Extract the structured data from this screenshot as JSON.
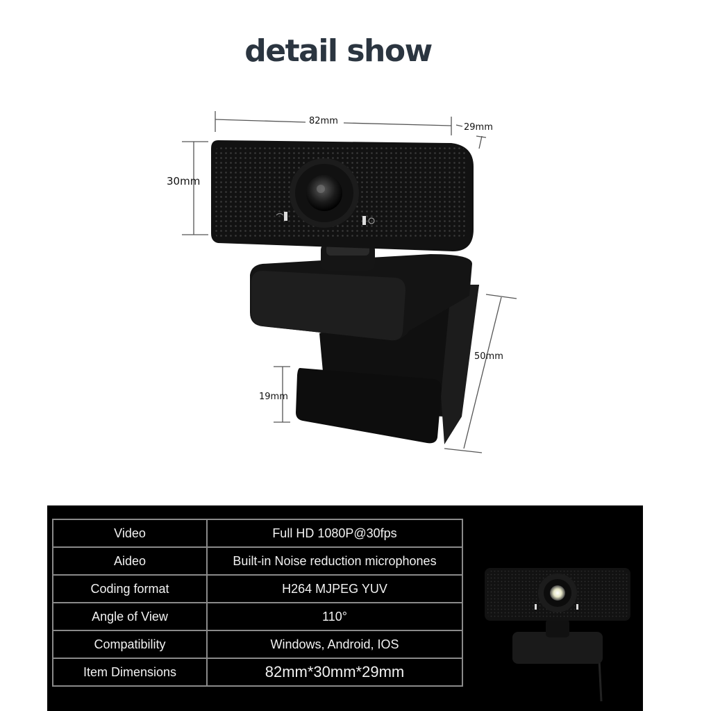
{
  "title": "detail show",
  "dimensions": {
    "width": "82mm",
    "depth": "29mm",
    "height": "30mm",
    "clip_depth": "50mm",
    "clip_height": "19mm"
  },
  "specs": [
    {
      "label": "Video",
      "value": "Full HD 1080P@30fps"
    },
    {
      "label": "Aideo",
      "value": "Built-in Noise reduction microphones"
    },
    {
      "label": "Coding format",
      "value": "H264 MJPEG YUV"
    },
    {
      "label": "Angle of View",
      "value": "110°"
    },
    {
      "label": "Compatibility",
      "value": "Windows, Android, IOS"
    },
    {
      "label": "Item Dimensions",
      "value": "82mm*30mm*29mm"
    }
  ],
  "colors": {
    "title": "#2b3540",
    "panel": "#000000",
    "grid": "#8a8a8a"
  }
}
